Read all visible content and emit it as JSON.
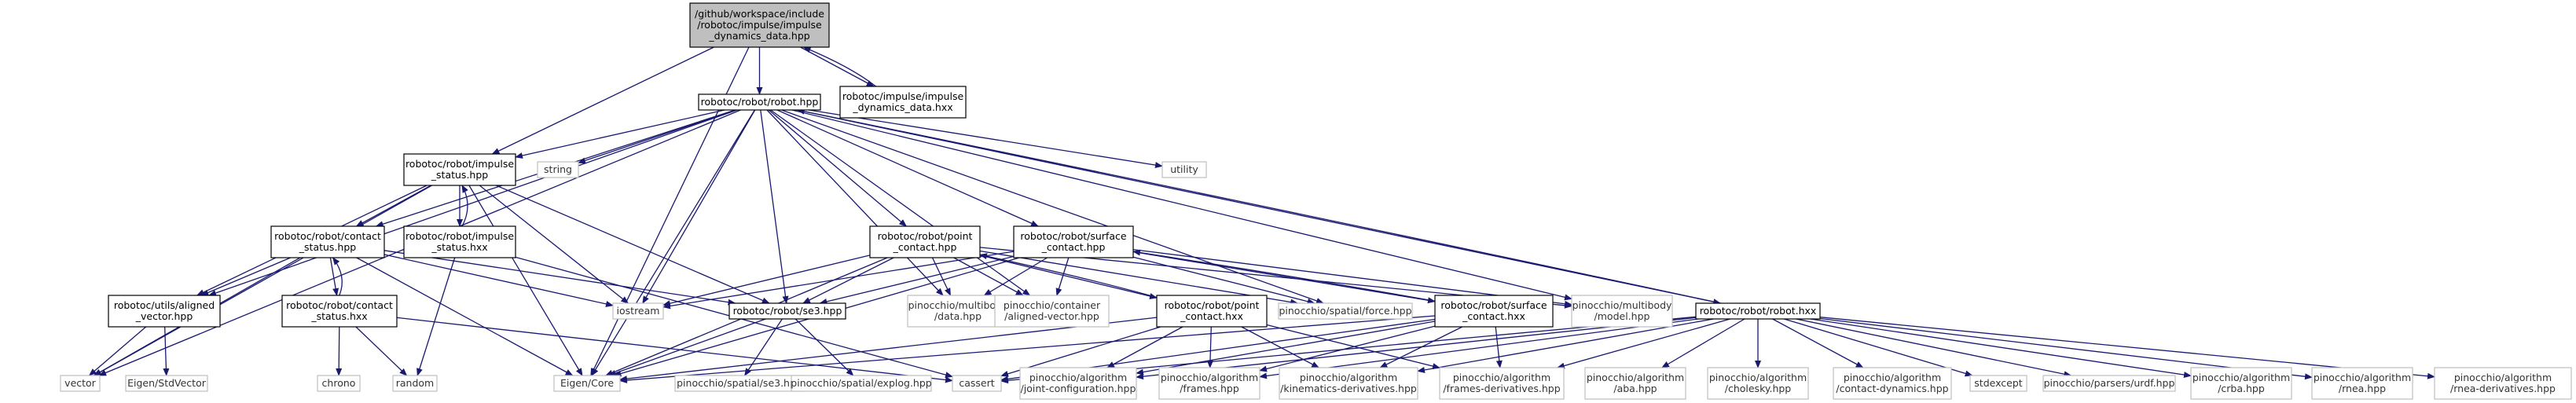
{
  "colors": {
    "edge": "#191970",
    "root_fill": "#bfbfbf",
    "root_stroke": "#000000",
    "node_fill": "#ffffff",
    "node_stroke": "#000000",
    "system_stroke": "#bfbfbf"
  },
  "nodes": [
    {
      "id": "root",
      "lines": [
        "/github/workspace/include",
        "/robotoc/impulse/impulse",
        "_dynamics_data.hpp"
      ],
      "kind": "root"
    },
    {
      "id": "robot_hpp",
      "lines": [
        "robotoc/robot/robot.hpp"
      ],
      "kind": "local"
    },
    {
      "id": "idd_hxx",
      "lines": [
        "robotoc/impulse/impulse",
        "_dynamics_data.hxx"
      ],
      "kind": "local"
    },
    {
      "id": "impulse_status_hpp",
      "lines": [
        "robotoc/robot/impulse",
        "_status.hpp"
      ],
      "kind": "local"
    },
    {
      "id": "string",
      "lines": [
        "string"
      ],
      "kind": "system"
    },
    {
      "id": "utility",
      "lines": [
        "utility"
      ],
      "kind": "system"
    },
    {
      "id": "point_contact_hpp",
      "lines": [
        "robotoc/robot/point",
        "_contact.hpp"
      ],
      "kind": "local"
    },
    {
      "id": "surface_contact_hpp",
      "lines": [
        "robotoc/robot/surface",
        "_contact.hpp"
      ],
      "kind": "local"
    },
    {
      "id": "contact_status_hpp",
      "lines": [
        "robotoc/robot/contact",
        "_status.hpp"
      ],
      "kind": "local"
    },
    {
      "id": "impulse_status_hxx",
      "lines": [
        "robotoc/robot/impulse",
        "_status.hxx"
      ],
      "kind": "local"
    },
    {
      "id": "aligned_vector",
      "lines": [
        "robotoc/utils/aligned",
        "_vector.hpp"
      ],
      "kind": "local"
    },
    {
      "id": "contact_status_hxx",
      "lines": [
        "robotoc/robot/contact",
        "_status.hxx"
      ],
      "kind": "local"
    },
    {
      "id": "iostream",
      "lines": [
        "iostream"
      ],
      "kind": "system"
    },
    {
      "id": "se3",
      "lines": [
        "robotoc/robot/se3.hpp"
      ],
      "kind": "local"
    },
    {
      "id": "multibody_data",
      "lines": [
        "pinocchio/multibody",
        "/data.hpp"
      ],
      "kind": "system"
    },
    {
      "id": "container_av",
      "lines": [
        "pinocchio/container",
        "/aligned-vector.hpp"
      ],
      "kind": "system"
    },
    {
      "id": "point_contact_hxx",
      "lines": [
        "robotoc/robot/point",
        "_contact.hxx"
      ],
      "kind": "local"
    },
    {
      "id": "force",
      "lines": [
        "pinocchio/spatial/force.hpp"
      ],
      "kind": "system"
    },
    {
      "id": "surface_contact_hxx",
      "lines": [
        "robotoc/robot/surface",
        "_contact.hxx"
      ],
      "kind": "local"
    },
    {
      "id": "multibody_model",
      "lines": [
        "pinocchio/multibody",
        "/model.hpp"
      ],
      "kind": "system"
    },
    {
      "id": "robot_hxx",
      "lines": [
        "robotoc/robot/robot.hxx"
      ],
      "kind": "local"
    },
    {
      "id": "vector",
      "lines": [
        "vector"
      ],
      "kind": "system"
    },
    {
      "id": "stdvector",
      "lines": [
        "Eigen/StdVector"
      ],
      "kind": "system"
    },
    {
      "id": "chrono",
      "lines": [
        "chrono"
      ],
      "kind": "system"
    },
    {
      "id": "random",
      "lines": [
        "random"
      ],
      "kind": "system"
    },
    {
      "id": "eigen_core",
      "lines": [
        "Eigen/Core"
      ],
      "kind": "system"
    },
    {
      "id": "spatial_se3",
      "lines": [
        "pinocchio/spatial/se3.hpp"
      ],
      "kind": "system"
    },
    {
      "id": "explog",
      "lines": [
        "pinocchio/spatial/explog.hpp"
      ],
      "kind": "system"
    },
    {
      "id": "cassert",
      "lines": [
        "cassert"
      ],
      "kind": "system"
    },
    {
      "id": "joint_config",
      "lines": [
        "pinocchio/algorithm",
        "/joint-configuration.hpp"
      ],
      "kind": "system"
    },
    {
      "id": "frames",
      "lines": [
        "pinocchio/algorithm",
        "/frames.hpp"
      ],
      "kind": "system"
    },
    {
      "id": "kin_deriv",
      "lines": [
        "pinocchio/algorithm",
        "/kinematics-derivatives.hpp"
      ],
      "kind": "system"
    },
    {
      "id": "frames_deriv",
      "lines": [
        "pinocchio/algorithm",
        "/frames-derivatives.hpp"
      ],
      "kind": "system"
    },
    {
      "id": "aba",
      "lines": [
        "pinocchio/algorithm",
        "/aba.hpp"
      ],
      "kind": "system"
    },
    {
      "id": "cholesky",
      "lines": [
        "pinocchio/algorithm",
        "/cholesky.hpp"
      ],
      "kind": "system"
    },
    {
      "id": "contact_dyn",
      "lines": [
        "pinocchio/algorithm",
        "/contact-dynamics.hpp"
      ],
      "kind": "system"
    },
    {
      "id": "stdexcept",
      "lines": [
        "stdexcept"
      ],
      "kind": "system"
    },
    {
      "id": "urdf",
      "lines": [
        "pinocchio/parsers/urdf.hpp"
      ],
      "kind": "system"
    },
    {
      "id": "crba",
      "lines": [
        "pinocchio/algorithm",
        "/crba.hpp"
      ],
      "kind": "system"
    },
    {
      "id": "rnea",
      "lines": [
        "pinocchio/algorithm",
        "/rnea.hpp"
      ],
      "kind": "system"
    },
    {
      "id": "rnea_deriv",
      "lines": [
        "pinocchio/algorithm",
        "/rnea-derivatives.hpp"
      ],
      "kind": "system"
    }
  ],
  "edges": [
    [
      "root",
      "robot_hpp"
    ],
    [
      "root",
      "idd_hxx"
    ],
    [
      "root",
      "impulse_status_hpp"
    ],
    [
      "root",
      "eigen_core"
    ],
    [
      "idd_hxx",
      "root"
    ],
    [
      "robot_hpp",
      "string"
    ],
    [
      "robot_hpp",
      "utility"
    ],
    [
      "robot_hpp",
      "impulse_status_hpp"
    ],
    [
      "robot_hpp",
      "point_contact_hpp"
    ],
    [
      "robot_hpp",
      "surface_contact_hpp"
    ],
    [
      "robot_hpp",
      "contact_status_hpp"
    ],
    [
      "robot_hpp",
      "aligned_vector"
    ],
    [
      "robot_hpp",
      "iostream"
    ],
    [
      "robot_hpp",
      "se3"
    ],
    [
      "robot_hpp",
      "multibody_data"
    ],
    [
      "robot_hpp",
      "container_av"
    ],
    [
      "robot_hpp",
      "force"
    ],
    [
      "robot_hpp",
      "multibody_model"
    ],
    [
      "robot_hpp",
      "robot_hxx"
    ],
    [
      "robot_hpp",
      "vector"
    ],
    [
      "robot_hpp",
      "eigen_core"
    ],
    [
      "robot_hxx",
      "robot_hpp"
    ],
    [
      "impulse_status_hpp",
      "contact_status_hpp"
    ],
    [
      "impulse_status_hpp",
      "impulse_status_hxx"
    ],
    [
      "impulse_status_hpp",
      "aligned_vector"
    ],
    [
      "impulse_status_hpp",
      "iostream"
    ],
    [
      "impulse_status_hpp",
      "se3"
    ],
    [
      "impulse_status_hpp",
      "vector"
    ],
    [
      "impulse_status_hpp",
      "eigen_core"
    ],
    [
      "impulse_status_hxx",
      "impulse_status_hpp"
    ],
    [
      "impulse_status_hxx",
      "random"
    ],
    [
      "impulse_status_hxx",
      "cassert"
    ],
    [
      "contact_status_hpp",
      "contact_status_hxx"
    ],
    [
      "contact_status_hpp",
      "aligned_vector"
    ],
    [
      "contact_status_hpp",
      "iostream"
    ],
    [
      "contact_status_hpp",
      "se3"
    ],
    [
      "contact_status_hpp",
      "vector"
    ],
    [
      "contact_status_hpp",
      "eigen_core"
    ],
    [
      "contact_status_hxx",
      "contact_status_hpp"
    ],
    [
      "contact_status_hxx",
      "chrono"
    ],
    [
      "contact_status_hxx",
      "random"
    ],
    [
      "contact_status_hxx",
      "cassert"
    ],
    [
      "aligned_vector",
      "vector"
    ],
    [
      "aligned_vector",
      "stdvector"
    ],
    [
      "point_contact_hpp",
      "se3"
    ],
    [
      "point_contact_hpp",
      "multibody_data"
    ],
    [
      "point_contact_hpp",
      "container_av"
    ],
    [
      "point_contact_hpp",
      "point_contact_hxx"
    ],
    [
      "point_contact_hpp",
      "force"
    ],
    [
      "point_contact_hpp",
      "multibody_model"
    ],
    [
      "point_contact_hpp",
      "iostream"
    ],
    [
      "point_contact_hpp",
      "eigen_core"
    ],
    [
      "point_contact_hxx",
      "point_contact_hpp"
    ],
    [
      "point_contact_hxx",
      "joint_config"
    ],
    [
      "point_contact_hxx",
      "frames"
    ],
    [
      "point_contact_hxx",
      "kin_deriv"
    ],
    [
      "point_contact_hxx",
      "frames_deriv"
    ],
    [
      "point_contact_hxx",
      "cassert"
    ],
    [
      "point_contact_hxx",
      "eigen_core"
    ],
    [
      "surface_contact_hpp",
      "se3"
    ],
    [
      "surface_contact_hpp",
      "multibody_data"
    ],
    [
      "surface_contact_hpp",
      "container_av"
    ],
    [
      "surface_contact_hpp",
      "surface_contact_hxx"
    ],
    [
      "surface_contact_hpp",
      "force"
    ],
    [
      "surface_contact_hpp",
      "multibody_model"
    ],
    [
      "surface_contact_hpp",
      "iostream"
    ],
    [
      "surface_contact_hpp",
      "eigen_core"
    ],
    [
      "surface_contact_hxx",
      "surface_contact_hpp"
    ],
    [
      "surface_contact_hxx",
      "joint_config"
    ],
    [
      "surface_contact_hxx",
      "frames"
    ],
    [
      "surface_contact_hxx",
      "kin_deriv"
    ],
    [
      "surface_contact_hxx",
      "frames_deriv"
    ],
    [
      "surface_contact_hxx",
      "cassert"
    ],
    [
      "surface_contact_hxx",
      "eigen_core"
    ],
    [
      "se3",
      "eigen_core"
    ],
    [
      "se3",
      "spatial_se3"
    ],
    [
      "se3",
      "explog"
    ],
    [
      "robot_hxx",
      "joint_config"
    ],
    [
      "robot_hxx",
      "frames"
    ],
    [
      "robot_hxx",
      "kin_deriv"
    ],
    [
      "robot_hxx",
      "frames_deriv"
    ],
    [
      "robot_hxx",
      "aba"
    ],
    [
      "robot_hxx",
      "cholesky"
    ],
    [
      "robot_hxx",
      "contact_dyn"
    ],
    [
      "robot_hxx",
      "stdexcept"
    ],
    [
      "robot_hxx",
      "urdf"
    ],
    [
      "robot_hxx",
      "crba"
    ],
    [
      "robot_hxx",
      "rnea"
    ],
    [
      "robot_hxx",
      "rnea_deriv"
    ],
    [
      "robot_hxx",
      "cassert"
    ]
  ]
}
